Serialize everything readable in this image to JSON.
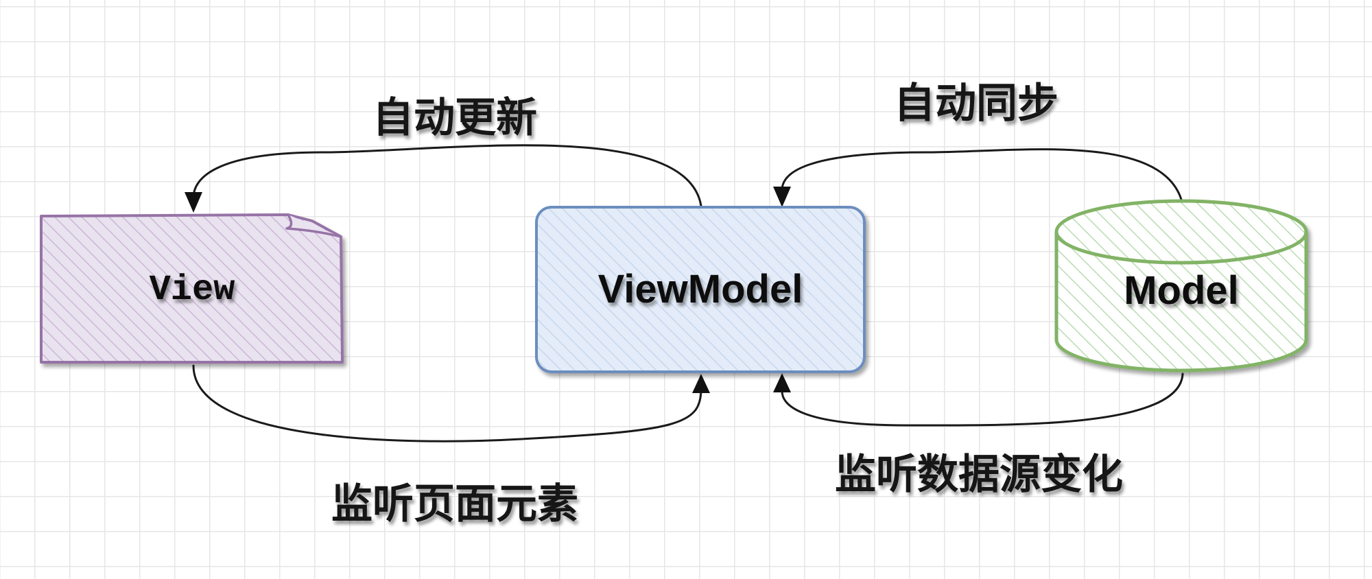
{
  "diagram": {
    "nodes": {
      "view": {
        "label": "View",
        "shape": "note",
        "color": "#9673a6",
        "fill": "#e1d5e7"
      },
      "viewmodel": {
        "label": "ViewModel",
        "shape": "rounded-rect",
        "color": "#6c8ebf",
        "fill": "#dae8fc"
      },
      "model": {
        "label": "Model",
        "shape": "cylinder",
        "color": "#82b366",
        "fill": "#d5e8d4"
      }
    },
    "edges": {
      "viewmodel_to_view": {
        "from": "ViewModel",
        "to": "View",
        "label": "自动更新"
      },
      "view_to_viewmodel": {
        "from": "View",
        "to": "ViewModel",
        "label": "监听页面元素"
      },
      "model_to_viewmodel_sync": {
        "from": "Model",
        "to": "ViewModel",
        "label": "自动同步"
      },
      "model_to_viewmodel_watch": {
        "from": "Model",
        "to": "ViewModel",
        "label": "监听数据源变化"
      }
    }
  }
}
